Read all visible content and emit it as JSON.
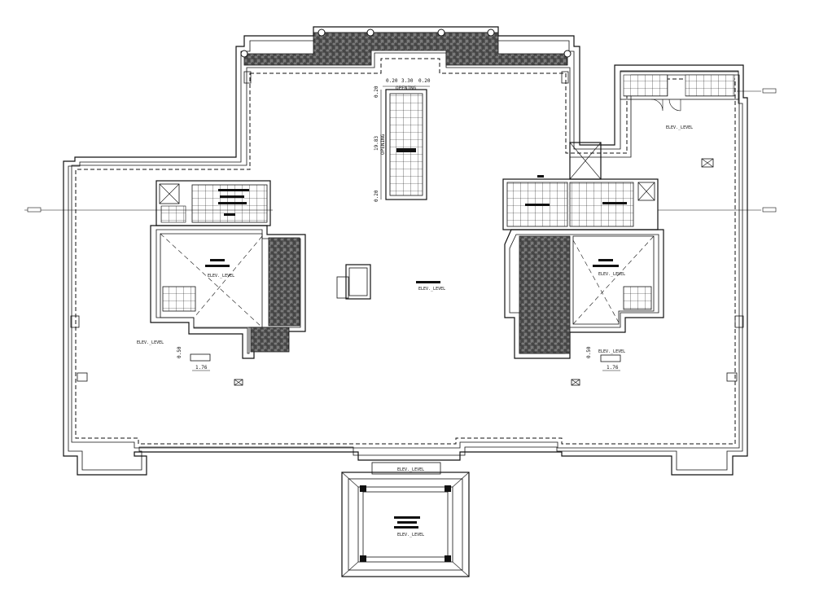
{
  "drawing": {
    "opening_label": "OPENING",
    "opening_dims": {
      "left": "0.20",
      "middle": "3.30",
      "right": "0.20"
    },
    "opening_length": "19.83",
    "opening_length_label": "OPENING",
    "opening_end_dims": {
      "top": "0.20",
      "bottom": "0.20"
    },
    "levels": {
      "center": "ELEV._LEVEL",
      "left_room": "ELEV._LEVEL",
      "right_room": "ELEV._LEVEL",
      "left_area": "ELEV._LEVEL",
      "right_area": "ELEV._LEVEL",
      "top_right": "ELEV._LEVEL",
      "bottom_porch_top": "ELEV._LEVEL",
      "bottom_porch": "ELEV._LEVEL"
    },
    "small_dims": {
      "left_vertical": "0.50",
      "left_horizontal": "1.76",
      "right_vertical": "0.50",
      "right_horizontal": "1.76"
    }
  },
  "colors": {
    "line": "#111111",
    "background": "#ffffff",
    "tile_fill": "#666666"
  }
}
